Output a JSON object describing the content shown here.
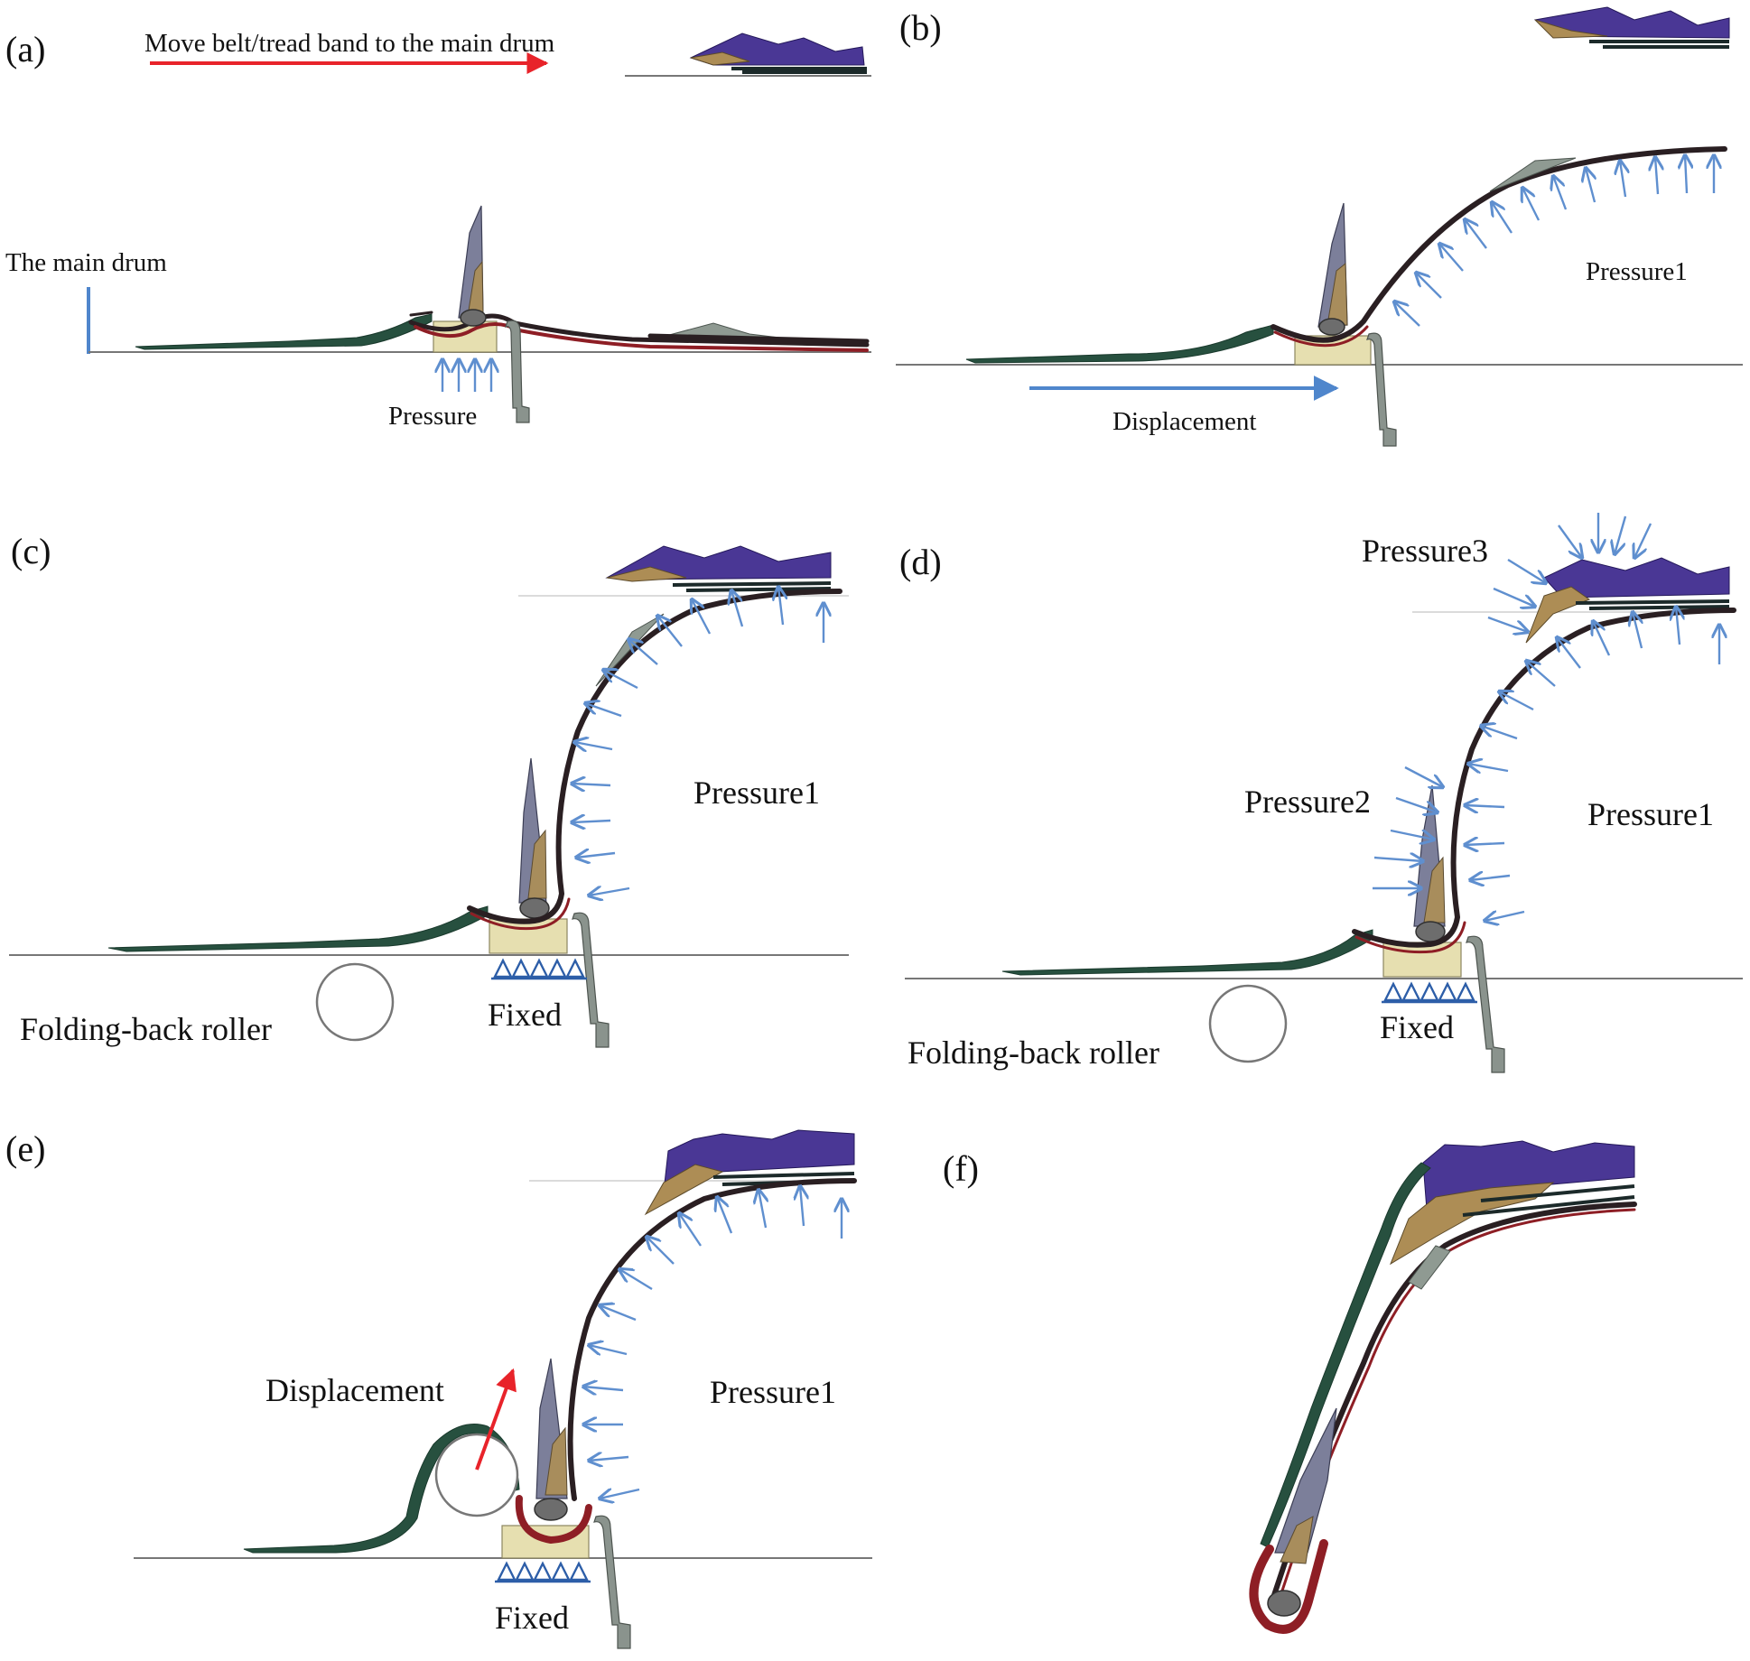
{
  "panels": {
    "a": {
      "label": "(a)",
      "move_text": "Move belt/tread band to the main drum",
      "drum_text": "The main drum",
      "pressure_text": "Pressure"
    },
    "b": {
      "label": "(b)",
      "pressure1_text": "Pressure1",
      "displacement_text": "Displacement"
    },
    "c": {
      "label": "(c)",
      "pressure1_text": "Pressure1",
      "roller_text": "Folding-back roller",
      "fixed_text": "Fixed"
    },
    "d": {
      "label": "(d)",
      "pressure1_text": "Pressure1",
      "pressure2_text": "Pressure2",
      "pressure3_text": "Pressure3",
      "roller_text": "Folding-back roller",
      "fixed_text": "Fixed"
    },
    "e": {
      "label": "(e)",
      "pressure1_text": "Pressure1",
      "displacement_text": "Displacement",
      "fixed_text": "Fixed"
    },
    "f": {
      "label": "(f)"
    }
  },
  "colors": {
    "pressure_arrow": "#5f8fcf",
    "move_arrow": "#e8232a",
    "tread": "#4a3795",
    "ply": "#27503f",
    "bead_filler": "#e6dfb0",
    "fixed_support": "#2d5ea8"
  }
}
